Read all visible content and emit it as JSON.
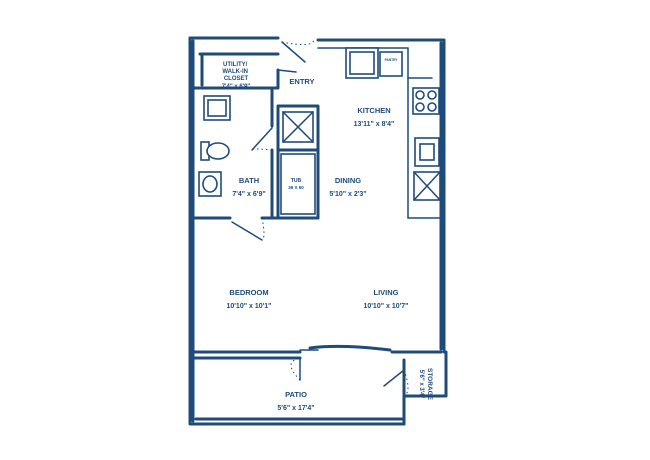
{
  "rooms": {
    "utility": {
      "name": "UTILITY/\nWALK-IN\nCLOSET",
      "size": "7'4\" x 6'9\""
    },
    "entry": {
      "name": "ENTRY"
    },
    "kitchen": {
      "name": "KITCHEN",
      "size": "13'11\" x 8'4\""
    },
    "bath": {
      "name": "BATH",
      "size": "7'4\" x 6'9\""
    },
    "dining": {
      "name": "DINING",
      "size": "5'10\" x 2'3\""
    },
    "bedroom": {
      "name": "BEDROOM",
      "size": "10'10\" x 10'1\""
    },
    "living": {
      "name": "LIVING",
      "size": "10'10\" x 10'7\""
    },
    "patio": {
      "name": "PATIO",
      "size": "5'6\" x 17'4\""
    },
    "storage": {
      "name": "STORAGE",
      "size": "5'6\" x 3'4\""
    }
  },
  "fixtures": {
    "tub": {
      "name": "TUB",
      "size": "36 X 60"
    },
    "pantry": "PANTRY"
  },
  "colors": {
    "ink": "#1f4b7a",
    "background": "#ffffff"
  }
}
